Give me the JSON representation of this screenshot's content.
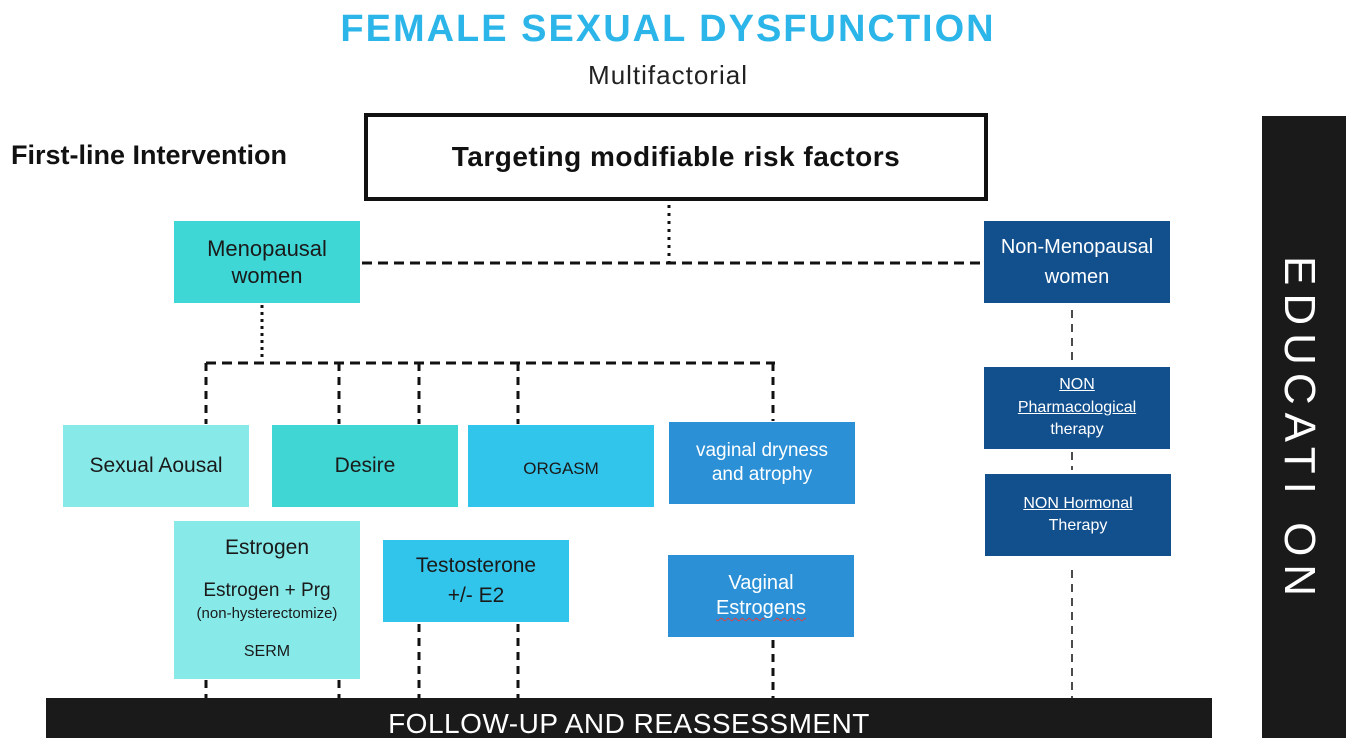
{
  "title": "FEMALE SEXUAL DYSFUNCTION",
  "subtitle": "Multifactorial",
  "first_line_label": "First-line Intervention",
  "root": "Targeting modifiable risk factors",
  "branches": {
    "menopausal": {
      "line1": "Menopausal",
      "line2": "women"
    },
    "non_menopausal": {
      "line1": "Non-Menopausal",
      "line2": "women"
    }
  },
  "menopausal_domains": {
    "sexual_arousal": "Sexual Aousal",
    "desire": "Desire",
    "orgasm": "ORGASM",
    "vaginal_dryness": {
      "line1": "vaginal dryness",
      "line2": "and atrophy"
    }
  },
  "treatments": {
    "estrogen": {
      "line1": "Estrogen",
      "line2": "Estrogen + Prg",
      "line3": "(non-hysterectomize)",
      "line4": "SERM"
    },
    "testosterone": {
      "line1": "Testosterone",
      "line2": "+/- E2"
    },
    "vaginal_estrogens": {
      "line1": "Vaginal",
      "line2": "Estrogens"
    }
  },
  "non_menopausal_therapies": {
    "non_pharmacological": {
      "line1": "NON",
      "line2": "Pharmacological",
      "line3": "therapy"
    },
    "non_hormonal": {
      "line1": "NON Hormonal",
      "line2": "Therapy"
    }
  },
  "footer": "FOLLOW-UP AND REASSESSMENT",
  "side_label": "EDUCATI ON",
  "colors": {
    "title": "#2bb5e8",
    "light_teal": "#88e9e9",
    "teal": "#3fd6d6",
    "sky": "#32c5ec",
    "blue": "#2b90d6",
    "navy": "#114f8d",
    "dark": "#1a1a1a"
  }
}
